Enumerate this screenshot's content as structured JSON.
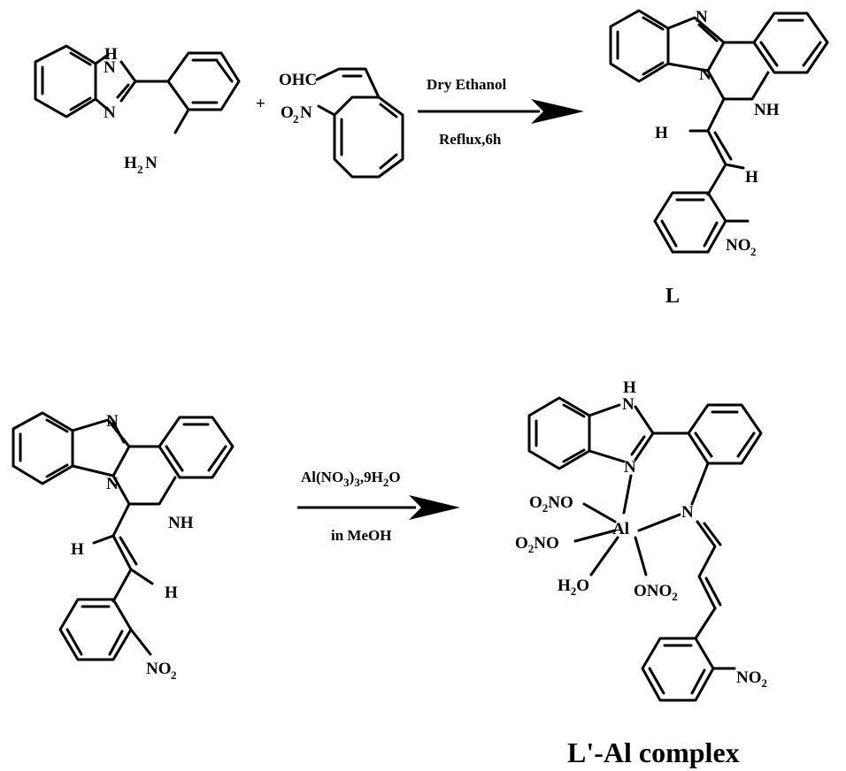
{
  "reaction1": {
    "reactant1": {
      "nh": "H",
      "n_h": "N",
      "n_ring": "N",
      "amine_h": "H",
      "amine_sub": "2",
      "amine_n": "N"
    },
    "plus": "+",
    "reactant2": {
      "aldehyde": "OHC",
      "nitro_o": "O",
      "nitro_sub": "2",
      "nitro_n": "N"
    },
    "conditions_top": "Dry Ethanol",
    "conditions_bottom": "Reflux,6h",
    "product": {
      "n_top": "N",
      "n_ring": "N",
      "nh": "NH",
      "h_left": "H",
      "h_right": "H",
      "nitro": "NO",
      "nitro_sub": "2",
      "label": "L"
    }
  },
  "reaction2": {
    "reactant": {
      "n_top": "N",
      "n_ring": "N",
      "nh": "NH",
      "h_left": "H",
      "h_right": "H",
      "nitro": "NO",
      "nitro_sub": "2"
    },
    "conditions_top_main": "Al(NO",
    "conditions_top_sub1": "3",
    "conditions_top_mid": ")",
    "conditions_top_sub2": "3",
    "conditions_top_tail": ",9H",
    "conditions_top_sub3": "2",
    "conditions_top_end": "O",
    "conditions_bottom": "in MeOH",
    "product": {
      "nh": "H",
      "n_h": "N",
      "n_ring": "N",
      "imine_n": "N",
      "metal": "Al",
      "ligand1_o": "O",
      "ligand1_sub": "2",
      "ligand1_no": "NO",
      "ligand2_o": "O",
      "ligand2_sub": "2",
      "ligand2_no": "NO",
      "ligand3_h": "H",
      "ligand3_sub": "2",
      "ligand3_o": "O",
      "ligand4": "ONO",
      "ligand4_sub": "2",
      "nitro": "NO",
      "nitro_sub": "2",
      "label": "L'-Al complex"
    }
  }
}
